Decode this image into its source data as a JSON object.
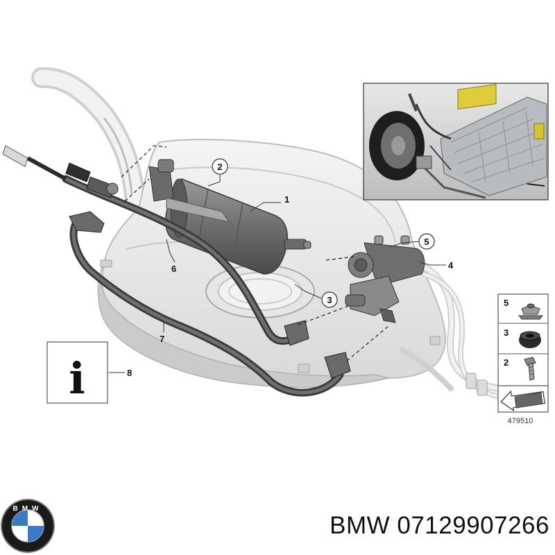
{
  "callouts": {
    "c1": "1",
    "c2": "2",
    "c3": "3",
    "c4": "4",
    "c5": "5",
    "c6": "6",
    "c7": "7",
    "c8": "8"
  },
  "legend": {
    "items": [
      "5",
      "3",
      "2"
    ]
  },
  "reference_number": "479510",
  "info_symbol": "i",
  "logo": {
    "letters": "BMW"
  },
  "part_number_text": "BMW 07129907266"
}
